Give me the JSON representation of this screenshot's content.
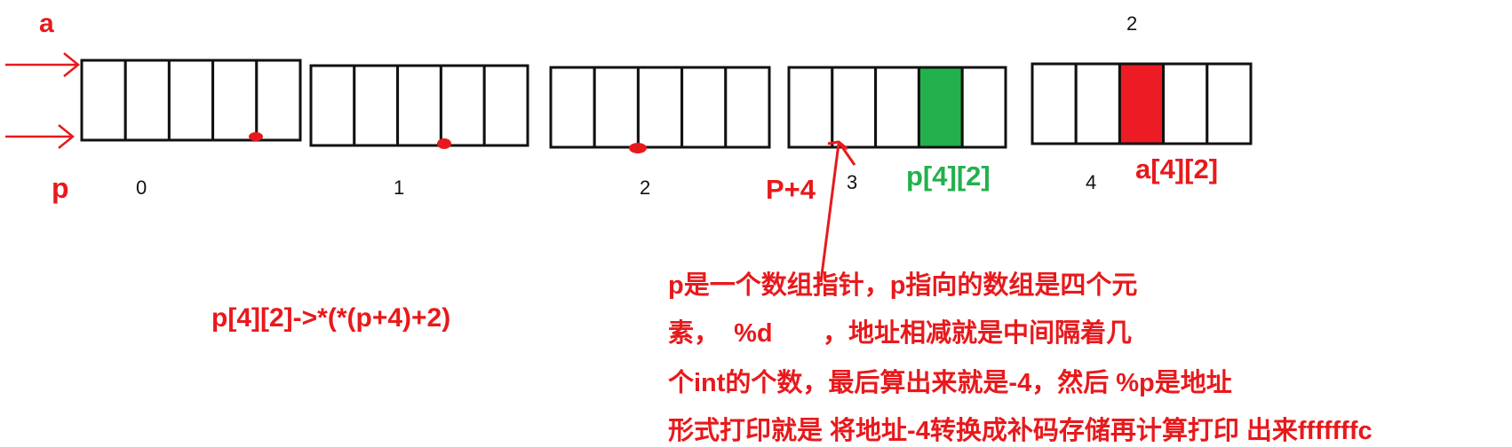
{
  "labels": {
    "a": "a",
    "p": "p",
    "p_plus_4": "P+4",
    "p42": "p[4][2]",
    "a42": "a[4][2]",
    "top_value": "2",
    "expression": "p[4][2]->*(*(p+4)+2)"
  },
  "array_indices": [
    "0",
    "1",
    "2",
    "3",
    "4"
  ],
  "notes": [
    "p是一个数组指针，p指向的数组是四个元",
    "素，  %d       ，地址相减就是中间隔着几",
    "个int的个数，最后算出来就是-4，然后 %p是地址",
    "形式打印就是 将地址-4转换成补码存储再计算打印 出来fffffffc"
  ],
  "colors": {
    "annotation_red": "#e8191c",
    "highlight_green": "#22b14c",
    "highlight_red": "#ed1c24",
    "cell_border": "#111111"
  },
  "highlights": {
    "green_cell": {
      "group": 3,
      "cell": 3
    },
    "red_cell": {
      "group": 4,
      "cell": 2
    }
  }
}
